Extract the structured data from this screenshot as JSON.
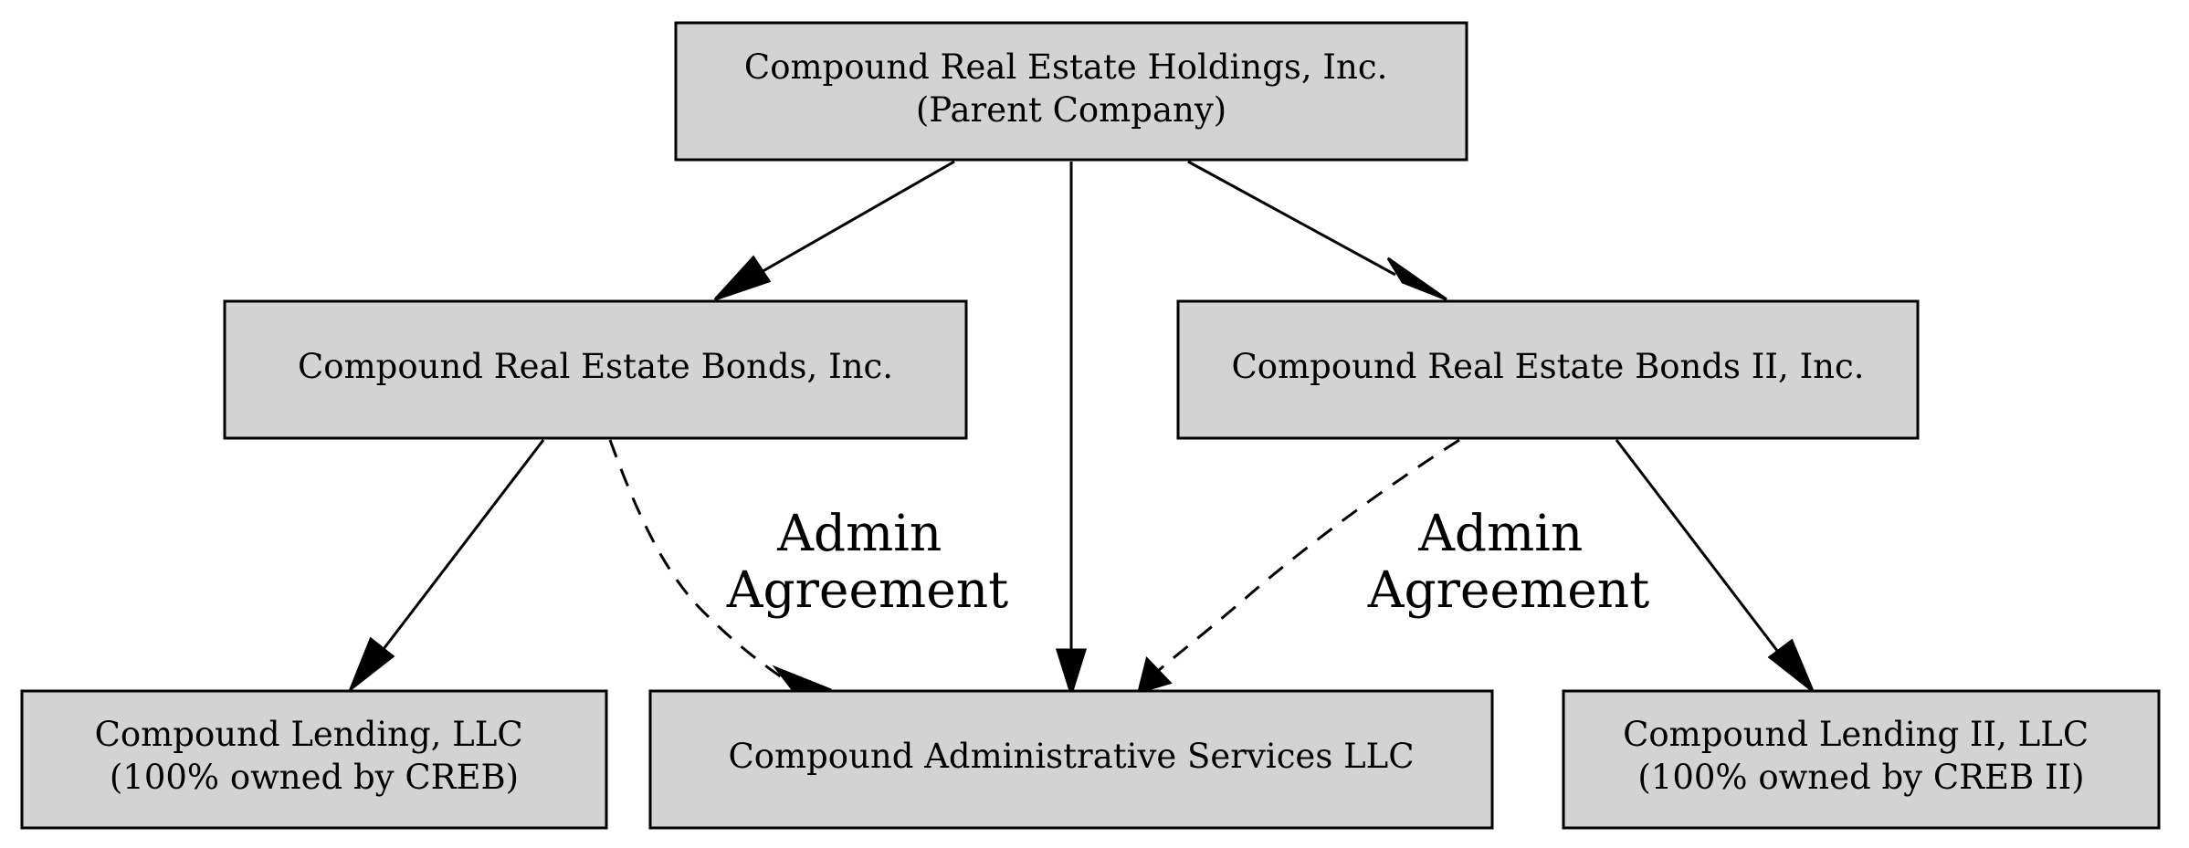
{
  "nodes": {
    "holdings": {
      "lines": [
        "Compound Real Estate Holdings, Inc.",
        "(Parent Company)"
      ]
    },
    "bonds": {
      "lines": [
        "Compound Real Estate Bonds, Inc."
      ]
    },
    "bonds2": {
      "lines": [
        "Compound Real Estate Bonds II, Inc."
      ]
    },
    "lending": {
      "lines": [
        "Compound Lending, LLC",
        "(100% owned by CREB)"
      ]
    },
    "admin": {
      "lines": [
        "Compound Administrative Services LLC"
      ]
    },
    "lending2": {
      "lines": [
        "Compound Lending II, LLC",
        "(100% owned by CREB II)"
      ]
    }
  },
  "edges": [
    {
      "from": "holdings",
      "to": "bonds",
      "style": "solid"
    },
    {
      "from": "holdings",
      "to": "admin",
      "style": "solid"
    },
    {
      "from": "holdings",
      "to": "bonds2",
      "style": "solid"
    },
    {
      "from": "bonds",
      "to": "lending",
      "style": "solid"
    },
    {
      "from": "bonds",
      "to": "admin",
      "style": "dashed",
      "label": [
        "Admin",
        "Agreement"
      ]
    },
    {
      "from": "bonds2",
      "to": "admin",
      "style": "dashed",
      "label": [
        "Admin",
        "Agreement"
      ]
    },
    {
      "from": "bonds2",
      "to": "lending2",
      "style": "solid"
    }
  ]
}
